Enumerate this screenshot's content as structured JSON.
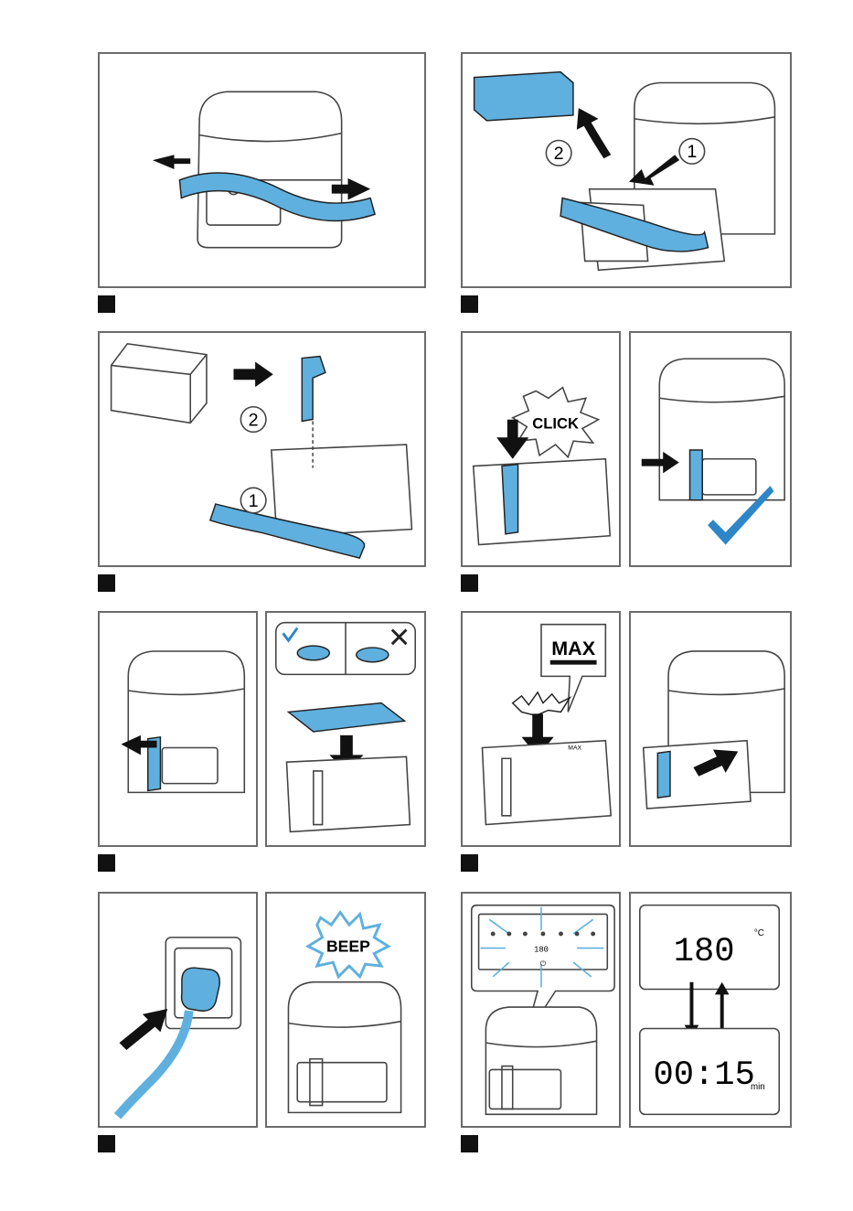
{
  "labels": {
    "callout_1": "1",
    "callout_2": "2",
    "click": "CLICK",
    "max_bubble": "MAX",
    "max_mark": "MAX",
    "beep": "BEEP",
    "temperature": "180",
    "temperature_unit": "°C",
    "time": "00:15",
    "time_unit": "min",
    "control_display": "180"
  },
  "colors": {
    "accent_blue": "#5fb0de",
    "check_blue": "#2e86c8",
    "frame": "#6b6b6b",
    "step_marker": "#111111"
  }
}
